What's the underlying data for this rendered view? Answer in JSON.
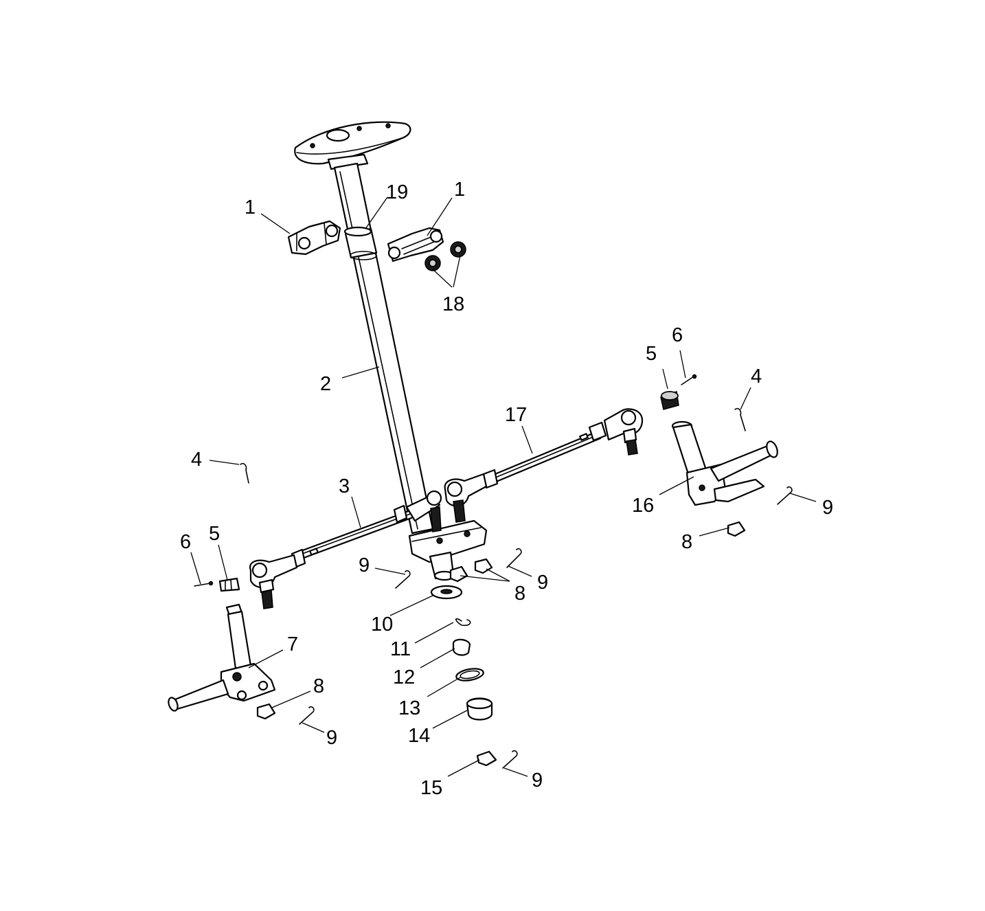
{
  "callouts": {
    "c1_left": "1",
    "c19": "19",
    "c1_right": "1",
    "c18": "18",
    "c2": "2",
    "c6_right": "6",
    "c5_right": "5",
    "c4_right": "4",
    "c17": "17",
    "c4_left": "4",
    "c3": "3",
    "c16": "16",
    "c9_right": "9",
    "c8_right": "8",
    "c6_left": "6",
    "c5_left": "5",
    "c9_center_left": "9",
    "c9_center_right": "9",
    "c8_center": "8",
    "c10": "10",
    "c11": "11",
    "c7": "7",
    "c12": "12",
    "c8_left": "8",
    "c13": "13",
    "c9_left": "9",
    "c14": "14",
    "c15": "15",
    "c9_bottom": "9"
  }
}
